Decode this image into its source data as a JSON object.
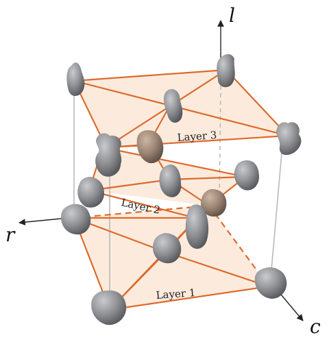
{
  "axes": {
    "vertical": "l",
    "left": "r",
    "right": "c"
  },
  "layers": [
    {
      "id": "layer-1",
      "label": "Layer 1"
    },
    {
      "id": "layer-2",
      "label": "Layer 2"
    },
    {
      "id": "layer-3",
      "label": "Layer 3"
    }
  ],
  "colors": {
    "edge": "#dd6a2c",
    "plane_fill": "#f8d3b4",
    "particle": "#8a8c90",
    "particle_highlight": "#a08878"
  }
}
